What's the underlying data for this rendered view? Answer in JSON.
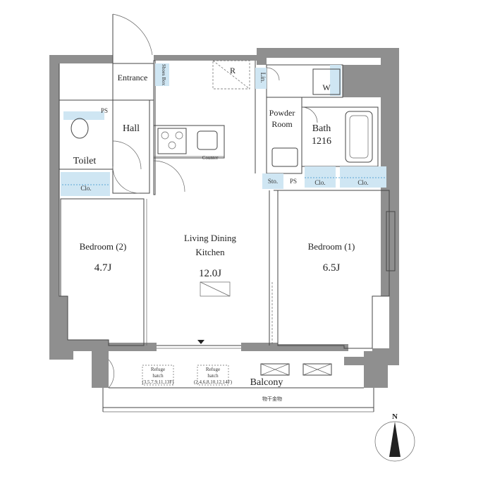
{
  "rooms": {
    "entrance": "Entrance",
    "shoes_box": "Shoes Box",
    "refrigerator": "R",
    "linen": "Lin.",
    "washer": "W",
    "pipe_space_top": "PS",
    "hall": "Hall",
    "toilet": "Toilet",
    "closet_left": "Clo.",
    "counter": "Counter",
    "powder_room_1": "Powder",
    "powder_room_2": "Room",
    "bath": "Bath",
    "bath_size": "1216",
    "storage": "Sto.",
    "pipe_space_mid": "PS",
    "closet_mid": "Clo.",
    "closet_right": "Clo.",
    "bedroom2_name": "Bedroom (2)",
    "bedroom2_size": "4.7J",
    "ldk_line1": "Living Dining",
    "ldk_line2": "Kitchen",
    "ldk_size": "12.0J",
    "bedroom1_name": "Bedroom (1)",
    "bedroom1_size": "6.5J",
    "balcony": "Balcony",
    "drying": "物干金物",
    "refuge1_l1": "Refuge",
    "refuge1_l2": "hatch",
    "refuge1_floors": "(3,5,7,9,11,13F)",
    "refuge2_l1": "Refuge",
    "refuge2_l2": "hatch",
    "refuge2_floors": "(2,4,6,8,10,12,14F)"
  },
  "compass": {
    "label": "N"
  },
  "colors": {
    "wall": "#8f8f8f",
    "storage_fill": "#cfe6f3",
    "storage_dash": "#5aa7d6"
  }
}
